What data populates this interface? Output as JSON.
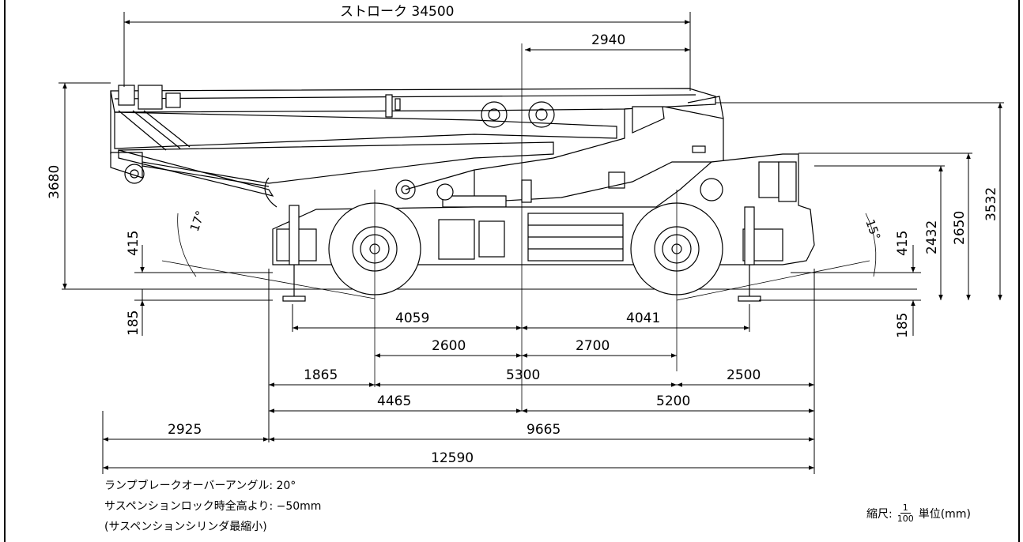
{
  "top_stroke_label": "ストローク 34500",
  "dims": {
    "d2940": "2940",
    "d3680": "3680",
    "d415_left": "415",
    "d185_left": "185",
    "d415_right": "415",
    "d185_right": "185",
    "d2432": "2432",
    "d2650": "2650",
    "d3532": "3532",
    "d4059": "4059",
    "d4041": "4041",
    "d2600": "2600",
    "d2700": "2700",
    "d1865": "1865",
    "d5300": "5300",
    "d2500": "2500",
    "d4465": "4465",
    "d5200": "5200",
    "d2925": "2925",
    "d9665": "9665",
    "d12590": "12590"
  },
  "angles": {
    "left": "17°",
    "right": "15°"
  },
  "notes": {
    "ramp_breakover": "ランプブレークオーバーアングル: 20°",
    "suspension_lock": "サスペンションロック時全高より: −50mm",
    "suspension_cylinder": "(サスペンションシリンダ最縮小)"
  },
  "scale": {
    "prefix": "縮尺:",
    "numerator": "1",
    "denominator": "100",
    "unit": "単位(mm)"
  }
}
